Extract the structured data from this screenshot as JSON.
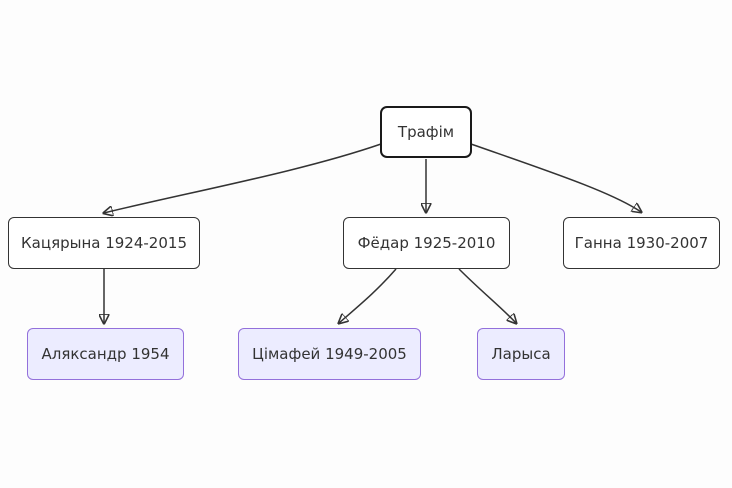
{
  "diagram": {
    "type": "family-tree-flowchart",
    "nodes": {
      "trafim": {
        "label": "Трафім",
        "style": "root"
      },
      "katsiaryna": {
        "label": "Кацярына 1924-2015",
        "style": "default"
      },
      "fiodar": {
        "label": "Фёдар 1925-2010",
        "style": "default"
      },
      "hanna": {
        "label": "Ганна 1930-2007",
        "style": "default"
      },
      "aliaksandr": {
        "label": "Аляксандр 1954",
        "style": "highlight"
      },
      "tsimafei": {
        "label": "Цімафей 1949-2005",
        "style": "highlight"
      },
      "larysa": {
        "label": "Ларыса",
        "style": "highlight"
      }
    },
    "edges": [
      {
        "from": "trafim",
        "to": "katsiaryna"
      },
      {
        "from": "trafim",
        "to": "fiodar"
      },
      {
        "from": "trafim",
        "to": "hanna"
      },
      {
        "from": "katsiaryna",
        "to": "aliaksandr"
      },
      {
        "from": "fiodar",
        "to": "tsimafei"
      },
      {
        "from": "fiodar",
        "to": "larysa"
      }
    ],
    "colors": {
      "background": "#fdfdfd",
      "node_fill": "#ffffff",
      "node_border": "#333333",
      "root_border": "#1a1a1a",
      "highlight_fill": "#ececff",
      "highlight_border": "#9370db",
      "edge": "#333333",
      "text": "#333333"
    }
  }
}
